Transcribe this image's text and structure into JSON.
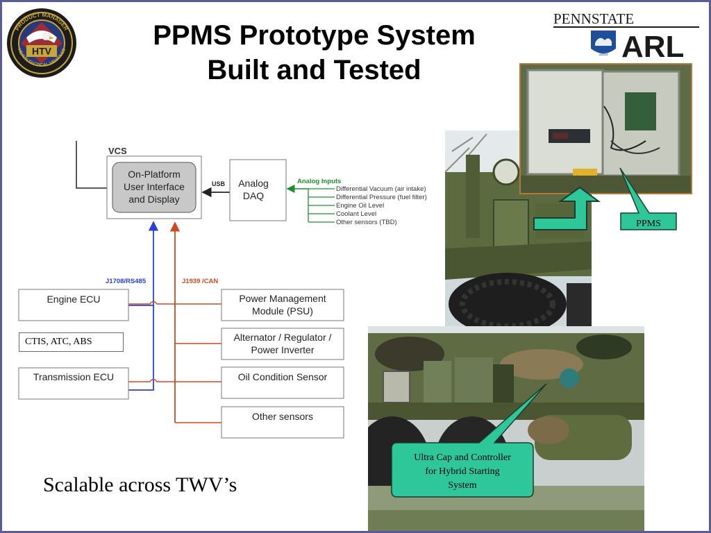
{
  "title": {
    "line1": "PPMS Prototype System",
    "line2": "Built and Tested"
  },
  "logos": {
    "htv": {
      "ring_top": "PRODUCT MANAGER",
      "center": "HTV",
      "ring_bottom": "HEAVY TACTICAL VEHICLES"
    },
    "pennstate": {
      "name": "PENNSTATE",
      "year": "1855",
      "lab": "ARL"
    }
  },
  "diagram": {
    "vcs_label": "VCS",
    "display_box": [
      "On-Platform",
      "User Interface",
      "and Display"
    ],
    "usb_label": "USB",
    "daq_box": [
      "Analog",
      "DAQ"
    ],
    "analog_inputs_title": "Analog Inputs",
    "analog_inputs": [
      "Differential Vacuum (air intake)",
      "Differential Pressure (fuel filter)",
      "Engine Oil Level",
      "Coolant Level",
      "Other sensors (TBD)"
    ],
    "bus_blue_label": "J1708/RS485",
    "bus_red_label": "J1939 /CAN",
    "left_boxes": [
      "Engine ECU",
      "Transmission ECU"
    ],
    "right_boxes": [
      [
        "Power Management",
        "Module (PSU)"
      ],
      [
        "Alternator / Regulator /",
        "Power Inverter"
      ],
      [
        "Oil Condition Sensor"
      ],
      [
        "Other sensors"
      ]
    ],
    "other_ecu_box": "CTIS, ATC, ABS"
  },
  "callouts": {
    "ppms": "PPMS",
    "ultracap": [
      "Ultra Cap and Controller",
      "for Hybrid Starting",
      "System"
    ]
  },
  "footer_text": "Scalable across TWV’s",
  "colors": {
    "blue_bus": "#2a3fd6",
    "red_bus": "#d2471f",
    "green_inputs": "#1f8f2e",
    "callout_fill": "#2ec79a",
    "frame": "#5a5a9a"
  }
}
